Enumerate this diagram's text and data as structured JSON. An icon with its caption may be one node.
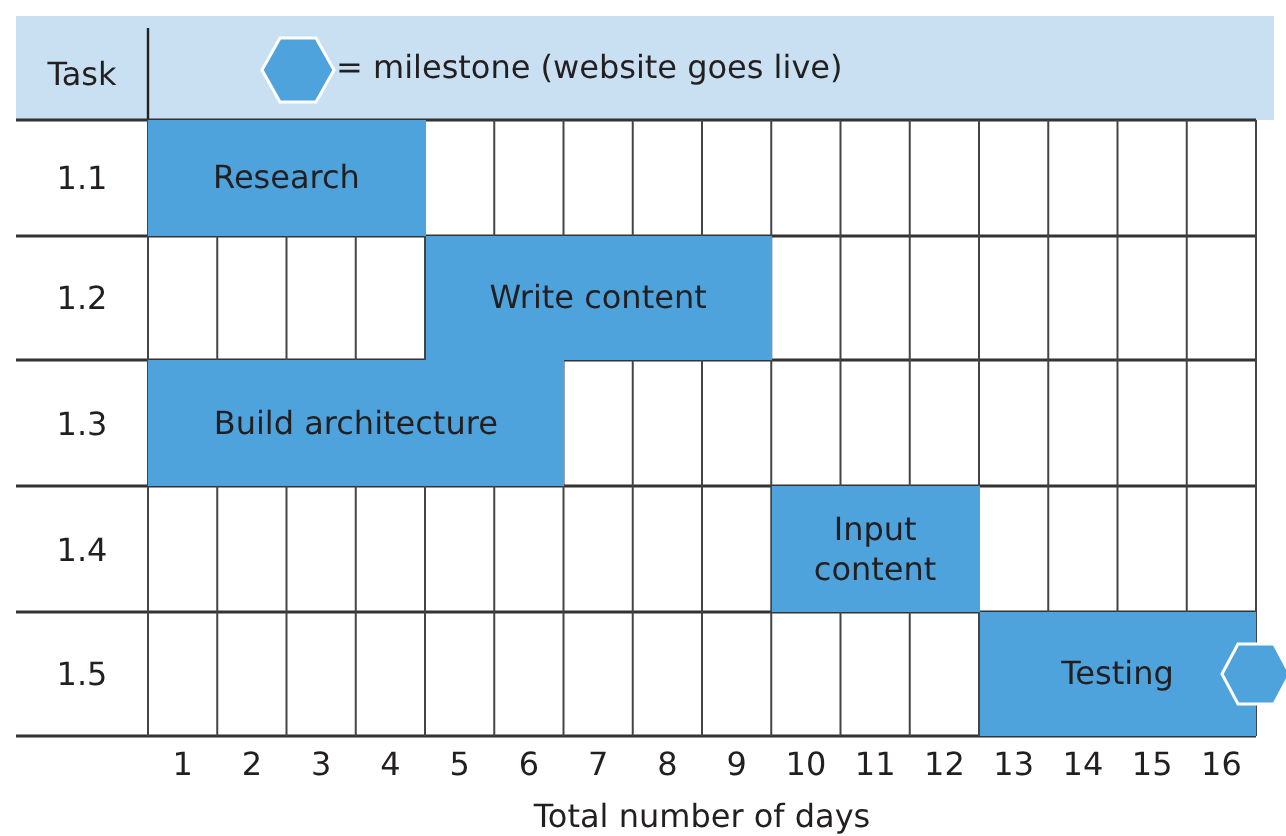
{
  "diagram": {
    "nodes": [
      {
        "text": [
          "Research"
        ]
      },
      {
        "text": [
          "Write content"
        ]
      },
      {
        "text": [
          "Build architecture"
        ]
      },
      {
        "text": [
          "Input content"
        ]
      },
      {
        "text": [
          "Testing"
        ]
      },
      {
        "text": [],
        "shape": "hexagon"
      }
    ],
    "edges": [],
    "labels": [
      "Task",
      "1.1",
      "1.2",
      "1.3",
      "1.4",
      "1.5",
      "1",
      "2",
      "3",
      "4",
      "5",
      "6",
      "7",
      "8",
      "9",
      "10",
      "11",
      "12",
      "13",
      "14",
      "15",
      "16",
      "Total number of days"
    ],
    "legend": [
      {
        "text": "= milestone (website goes live)"
      }
    ]
  }
}
